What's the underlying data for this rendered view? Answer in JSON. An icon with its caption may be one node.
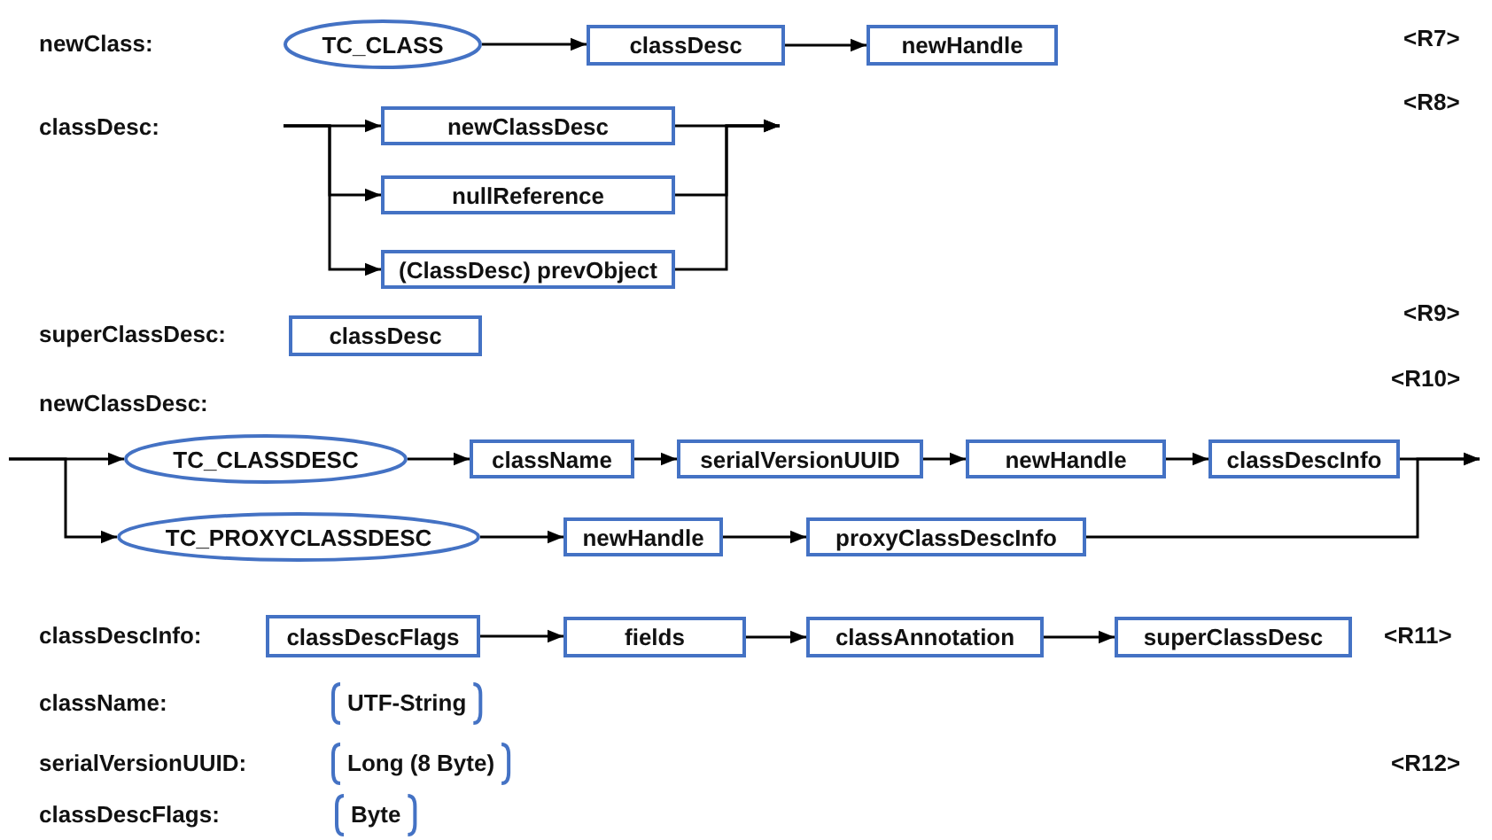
{
  "diagram": {
    "nodes": [
      {
        "text": [
          "TC_CLASS"
        ]
      },
      {
        "text": [
          "classDesc"
        ]
      },
      {
        "text": [
          "newHandle"
        ]
      },
      {
        "text": [
          "newClassDesc"
        ]
      },
      {
        "text": [
          "nullReference"
        ]
      },
      {
        "text": [
          "(ClassDesc) prevObject"
        ]
      },
      {
        "text": [
          "classDesc"
        ]
      },
      {
        "text": [
          "TC_CLASSDESC"
        ]
      },
      {
        "text": [
          "className"
        ]
      },
      {
        "text": [
          "serialVersionUUID"
        ]
      },
      {
        "text": [
          "newHandle"
        ]
      },
      {
        "text": [
          "classDescInfo"
        ]
      },
      {
        "text": [
          "TC_PROXYCLASSDESC"
        ]
      },
      {
        "text": [
          "newHandle"
        ]
      },
      {
        "text": [
          "proxyClassDescInfo"
        ]
      },
      {
        "text": [
          "classDescFlags"
        ]
      },
      {
        "text": [
          "fields"
        ]
      },
      {
        "text": [
          "classAnnotation"
        ]
      },
      {
        "text": [
          "superClassDesc"
        ]
      }
    ],
    "edges": [
      {
        "from": 0,
        "to": 1,
        "arrow": "to"
      },
      {
        "from": 1,
        "to": 2,
        "arrow": "to"
      },
      {
        "from": null,
        "to": 3,
        "arrow": "to"
      },
      {
        "from": null,
        "to": 4,
        "arrow": "to"
      },
      {
        "from": null,
        "to": 5,
        "arrow": "to"
      },
      {
        "from": 3,
        "to": null,
        "arrow": "to"
      },
      {
        "from": 4,
        "to": null,
        "arrow": "to"
      },
      {
        "from": 5,
        "to": null,
        "arrow": "to"
      },
      {
        "from": null,
        "to": 7,
        "arrow": "to"
      },
      {
        "from": null,
        "to": 12,
        "arrow": "to"
      },
      {
        "from": 7,
        "to": 8,
        "arrow": "to"
      },
      {
        "from": 8,
        "to": 9,
        "arrow": "to"
      },
      {
        "from": 9,
        "to": 10,
        "arrow": "to"
      },
      {
        "from": 10,
        "to": 11,
        "arrow": "to"
      },
      {
        "from": 11,
        "to": null,
        "arrow": "to"
      },
      {
        "from": 12,
        "to": 13,
        "arrow": "to"
      },
      {
        "from": 13,
        "to": 14,
        "arrow": "to"
      },
      {
        "from": 14,
        "to": null,
        "arrow": "to"
      },
      {
        "from": 15,
        "to": 16,
        "arrow": "to"
      },
      {
        "from": 16,
        "to": 17,
        "arrow": "to"
      },
      {
        "from": 17,
        "to": 18,
        "arrow": "to"
      }
    ],
    "labels": [
      "newClass:",
      "<R7>",
      "<R8>",
      "classDesc:",
      "<R9>",
      "superClassDesc:",
      "<R10>",
      "newClassDesc:",
      "classDescInfo:",
      "<R11>",
      "className:",
      "UTF-String",
      "serialVersionUUID:",
      "Long (8 Byte)",
      "<R12>",
      "classDescFlags:",
      "Byte"
    ]
  }
}
